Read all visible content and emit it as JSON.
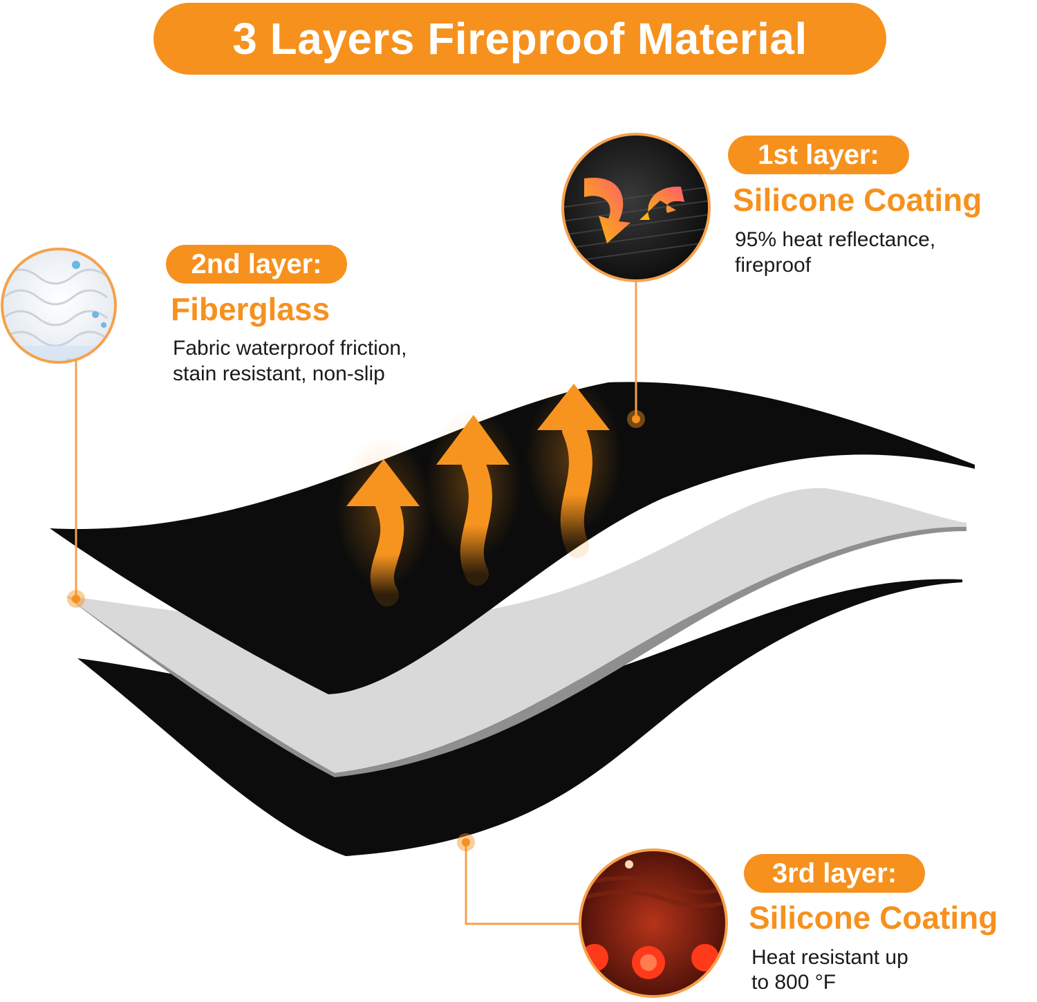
{
  "title": "3 Layers Fireproof Material",
  "colors": {
    "accent": "#f6911e",
    "layer_dark": "#0c0c0c",
    "layer_light": "#d9d9d9",
    "text": "#1a1a1a"
  },
  "layers": [
    {
      "badge": "1st layer:",
      "name": "Silicone Coating",
      "desc_line1": "95% heat reflectance,",
      "desc_line2": "fireproof",
      "thumbnail": "black-silicone-fabric-with-reflect-arrows"
    },
    {
      "badge": "2nd layer:",
      "name": "Fiberglass",
      "desc_line1": "Fabric waterproof friction,",
      "desc_line2": "stain resistant, non-slip",
      "thumbnail": "white-fiberglass-weave-with-water-drops"
    },
    {
      "badge": "3rd layer:",
      "name": "Silicone Coating",
      "desc_line1": "Heat resistant up",
      "desc_line2": "to 800 °F",
      "thumbnail": "glowing-heated-fibers"
    }
  ],
  "icons": [
    "heat-arrow-icon",
    "heat-arrow-icon",
    "heat-arrow-icon"
  ]
}
